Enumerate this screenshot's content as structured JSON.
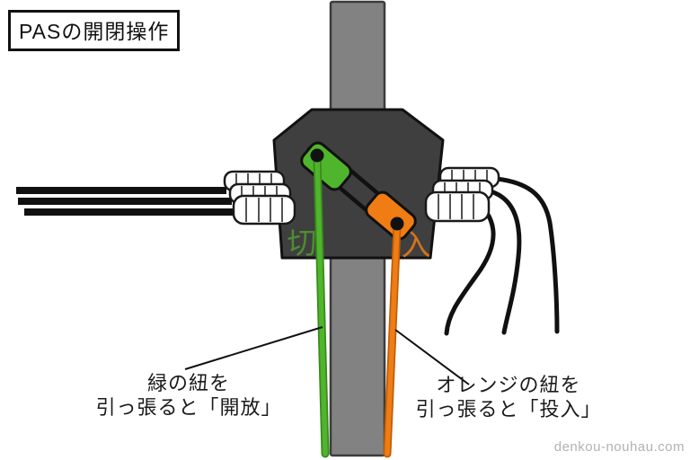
{
  "title": "PASの開閉操作",
  "labels": {
    "off": "切",
    "on": "入"
  },
  "annotations": {
    "green_cord": {
      "line1": "緑の紐を",
      "line2": "引っ張ると「開放」"
    },
    "orange_cord": {
      "line1": "オレンジの紐を",
      "line2": "引っ張ると「投入」"
    }
  },
  "watermark": "denkou-nouhau.com",
  "colors": {
    "green": "#4fb52c",
    "green_dark": "#3a8a1c",
    "orange": "#f07c14",
    "orange_dark": "#c05e08",
    "device_body": "#3f3f3f",
    "pole": "#828282",
    "outline": "#111111",
    "off_label": "#4e8c33",
    "on_label": "#d2731f"
  }
}
